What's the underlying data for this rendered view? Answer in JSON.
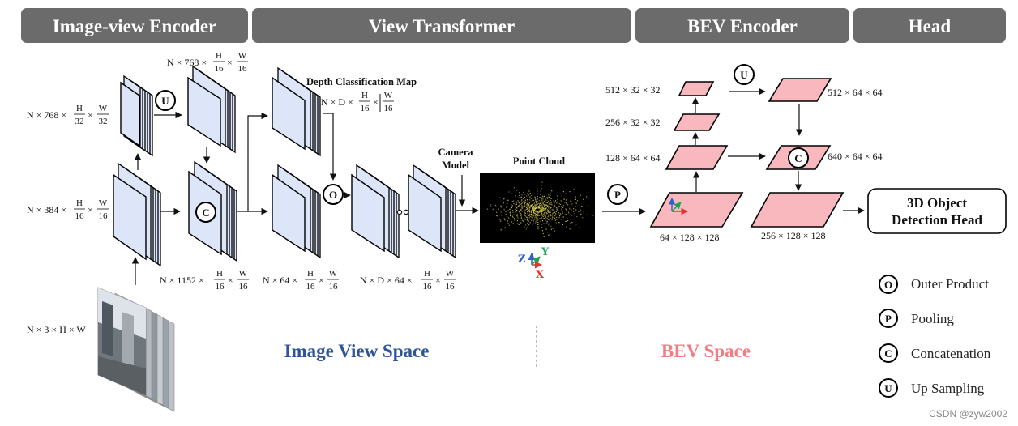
{
  "header": {
    "image_view_encoder": "Image-view Encoder",
    "view_transformer": "View Transformer",
    "bev_encoder": "BEV Encoder",
    "head": "Head"
  },
  "dims": {
    "n768_32_pre": "N × 768 ×",
    "n768_32_h": "H",
    "n768_32_hd": "32",
    "n768_32_w": "W",
    "n768_32_wd": "32",
    "n768_16_pre": "N × 768 ×",
    "n768_16_h": "H",
    "n768_16_hd": "16",
    "n768_16_w": "W",
    "n768_16_wd": "16",
    "n384_pre": "N × 384 ×",
    "n384_h": "H",
    "n384_hd": "16",
    "n384_w": "W",
    "n384_wd": "16",
    "n1152_pre": "N × 1152 ×",
    "n1152_h": "H",
    "n1152_hd": "16",
    "n1152_w": "W",
    "n1152_wd": "16",
    "n64_pre": "N × 64 ×",
    "n64_h": "H",
    "n64_hd": "16",
    "n64_w": "W",
    "n64_wd": "16",
    "nd64_pre": "N × D × 64 ×",
    "nd64_h": "H",
    "nd64_hd": "16",
    "nd64_w": "W",
    "nd64_wd": "16",
    "nd_pre": "N × D ×",
    "nd_h": "H",
    "nd_hd": "16",
    "nd_w": "W",
    "nd_wd": "16",
    "input": "N × 3 × H × W",
    "bev_512_32": "512 × 32 × 32",
    "bev_256_32": "256 × 32 × 32",
    "bev_128_64": "128 × 64 × 64",
    "bev_64_128": "64 × 128 × 128",
    "bev_512_64": "512 × 64 × 64",
    "bev_640_64": "640 × 64 × 64",
    "bev_256_128": "256 × 128 × 128"
  },
  "labels": {
    "depth_map": "Depth Classification Map",
    "camera_line1": "Camera",
    "camera_line2": "Model",
    "point_cloud": "Point Cloud",
    "axis_z": "Z",
    "axis_y": "Y",
    "axis_x": "X",
    "head_line1": "3D Object",
    "head_line2": "Detection Head"
  },
  "ops": {
    "upsample": "U",
    "concat": "C",
    "outer": "O",
    "pool": "P"
  },
  "spaces": {
    "image_view": "Image View Space",
    "bev": "BEV Space"
  },
  "legend": [
    {
      "symbol": "O",
      "label": "Outer Product"
    },
    {
      "symbol": "P",
      "label": "Pooling"
    },
    {
      "symbol": "C",
      "label": "Concatenation"
    },
    {
      "symbol": "U",
      "label": "Up Sampling"
    }
  ],
  "watermark": "CSDN @zyw2002",
  "colors": {
    "header_bg": "#6b6b6b",
    "feature_face": "#dde6f8",
    "bev_face": "#f8b8bd",
    "image_view_text": "#2e5597",
    "bev_text": "#f07f84",
    "point_cloud_bg": "#000000",
    "point_cloud_dots": "#f1e65a"
  }
}
